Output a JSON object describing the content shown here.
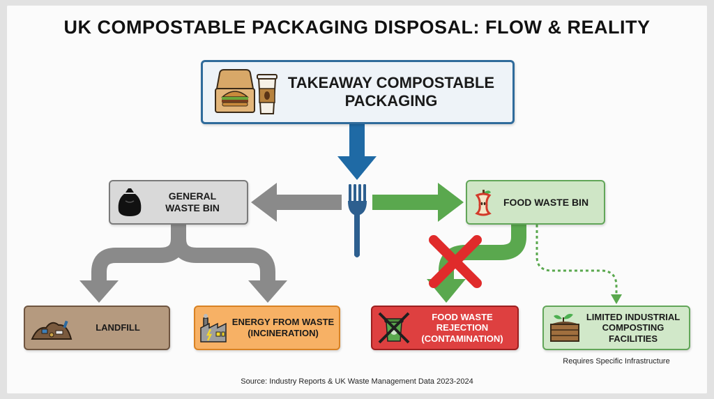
{
  "title": "UK COMPOSTABLE PACKAGING DISPOSAL: FLOW & REALITY",
  "nodes": {
    "source": {
      "line1": "TAKEAWAY COMPOSTABLE",
      "line2": "PACKAGING",
      "icon": "takeaway-box-cup-icon"
    },
    "general": {
      "line1": "GENERAL",
      "line2": "WASTE BIN",
      "icon": "bin-bag-icon"
    },
    "food": {
      "label": "FOOD WASTE BIN",
      "icon": "apple-core-icon"
    },
    "landfill": {
      "label": "LANDFILL",
      "icon": "landfill-pile-icon"
    },
    "energy": {
      "line1": "ENERGY FROM WASTE",
      "line2": "(INCINERATION)",
      "icon": "factory-icon"
    },
    "rejection": {
      "line1": "FOOD WASTE",
      "line2": "REJECTION",
      "line3": "(CONTAMINATION)",
      "icon": "crossed-bin-icon"
    },
    "composting": {
      "line1": "LIMITED INDUSTRIAL",
      "line2": "COMPOSTING",
      "line3": "FACILITIES",
      "icon": "compost-crate-icon"
    }
  },
  "composting_note": "Requires Specific Infrastructure",
  "source_note": "Source: Industry Reports & UK Waste Management Data 2023-2024",
  "colors": {
    "blue_arrow": "#1f6aa5",
    "grey_arrow": "#8a8a8a",
    "green_arrow": "#5aa84e",
    "red_cross": "#e02b2b",
    "fork": "#2d5f8f"
  }
}
